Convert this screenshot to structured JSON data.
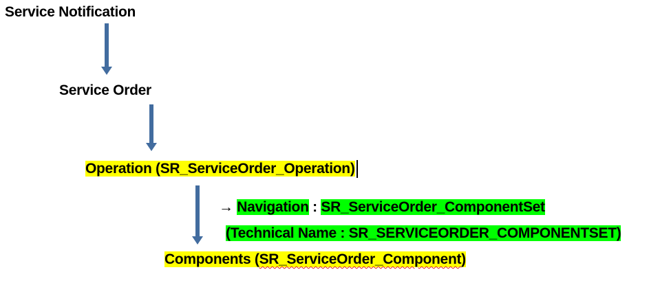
{
  "nodes": {
    "service_notification": "Service Notification",
    "service_order": "Service Order",
    "operation_name": "Operation (SR_ServiceOrder_Operation)",
    "components_prefix": "Components (",
    "components_entity": "SR_ServiceOrder_Component",
    "components_suffix": ")"
  },
  "navigation": {
    "arrow_symbol": "→",
    "label": "Navigation",
    "separator": " : ",
    "value": "SR_ServiceOrder_ComponentSet",
    "technical_name": "(Technical Name : SR_SERVICEORDER_COMPONENTSET)"
  },
  "colors": {
    "arrow": "#426c9f",
    "highlight_yellow": "#ffff00",
    "highlight_green": "#00ff00"
  }
}
